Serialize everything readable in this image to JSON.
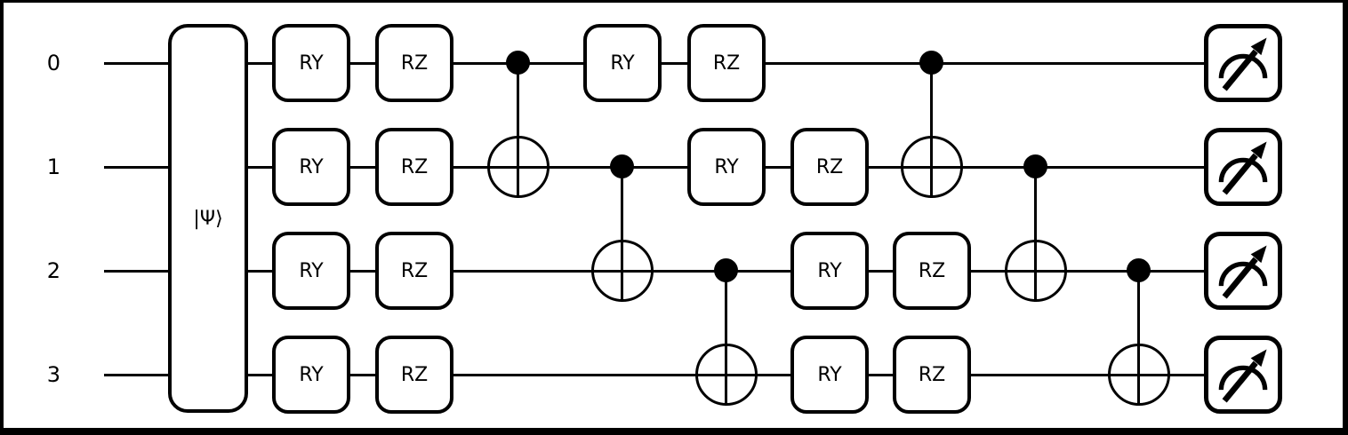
{
  "colors": {
    "background": "#ffffff",
    "foreground": "#000000"
  },
  "circuit": {
    "num_qubits": 4,
    "qubit_labels": [
      "0",
      "1",
      "2",
      "3"
    ],
    "initial_state": {
      "label": "|Ψ⟩"
    },
    "gates": [
      {
        "wire": 0,
        "column": 0,
        "label": "RY"
      },
      {
        "wire": 0,
        "column": 1,
        "label": "RZ"
      },
      {
        "wire": 0,
        "column": 3,
        "label": "RY"
      },
      {
        "wire": 0,
        "column": 4,
        "label": "RZ"
      },
      {
        "wire": 1,
        "column": 0,
        "label": "RY"
      },
      {
        "wire": 1,
        "column": 1,
        "label": "RZ"
      },
      {
        "wire": 1,
        "column": 4,
        "label": "RY"
      },
      {
        "wire": 1,
        "column": 5,
        "label": "RZ"
      },
      {
        "wire": 2,
        "column": 0,
        "label": "RY"
      },
      {
        "wire": 2,
        "column": 1,
        "label": "RZ"
      },
      {
        "wire": 2,
        "column": 5,
        "label": "RY"
      },
      {
        "wire": 2,
        "column": 6,
        "label": "RZ"
      },
      {
        "wire": 3,
        "column": 0,
        "label": "RY"
      },
      {
        "wire": 3,
        "column": 1,
        "label": "RZ"
      },
      {
        "wire": 3,
        "column": 5,
        "label": "RY"
      },
      {
        "wire": 3,
        "column": 6,
        "label": "RZ"
      }
    ],
    "cnots": [
      {
        "control": 0,
        "target": 1,
        "column": 2
      },
      {
        "control": 1,
        "target": 2,
        "column": 3
      },
      {
        "control": 2,
        "target": 3,
        "column": 4
      },
      {
        "control": 0,
        "target": 1,
        "column": 6
      },
      {
        "control": 1,
        "target": 2,
        "column": 7
      },
      {
        "control": 2,
        "target": 3,
        "column": 8
      }
    ],
    "measurements": [
      {
        "wire": 0
      },
      {
        "wire": 1
      },
      {
        "wire": 2
      },
      {
        "wire": 3
      }
    ]
  }
}
